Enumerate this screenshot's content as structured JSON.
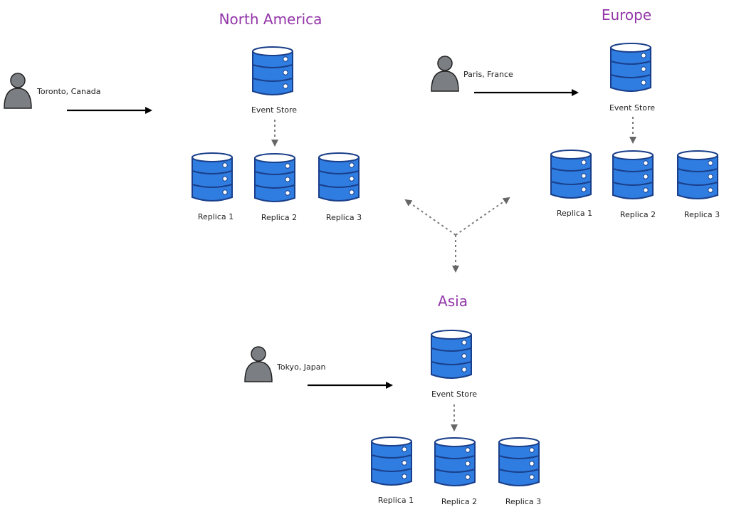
{
  "regions": {
    "north_america": {
      "title": "North America",
      "user": "Toronto, Canada",
      "store": "Event Store",
      "replicas": [
        "Replica 1",
        "Replica 2",
        "Replica 3"
      ]
    },
    "europe": {
      "title": "Europe",
      "user": "Paris, France",
      "store": "Event Store",
      "replicas": [
        "Replica 1",
        "Replica 2",
        "Replica 3"
      ]
    },
    "asia": {
      "title": "Asia",
      "user": "Tokyo, Japan",
      "store": "Event Store",
      "replicas": [
        "Replica 1",
        "Replica 2",
        "Replica 3"
      ]
    }
  },
  "colors": {
    "title": "#9335a8",
    "database": "#2f7de1",
    "user": "#7b7f83"
  },
  "icons": [
    "database-icon",
    "user-icon"
  ]
}
